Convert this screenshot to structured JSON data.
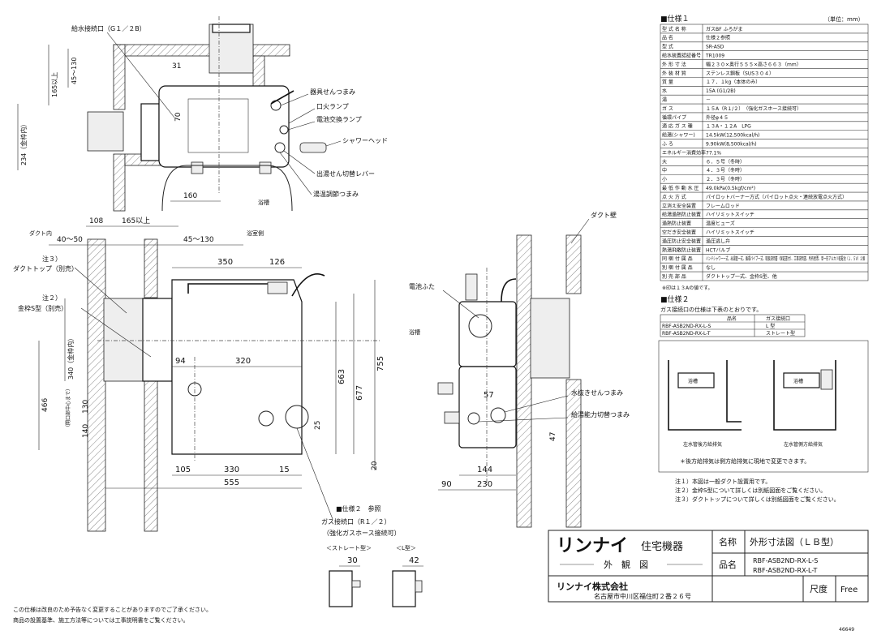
{
  "units": "（単位：mm）",
  "spec1": {
    "title": "■仕様１",
    "rows": [
      {
        "label": "型 式 名 称",
        "value": "ガスBF ふろがま"
      },
      {
        "label": "品 名",
        "value": "仕様２参照"
      },
      {
        "label": "型 式",
        "value": "SR-ASD"
      },
      {
        "label": "給水装置認証番号",
        "value": "TR1009"
      },
      {
        "label": "外 形 寸 法",
        "value": "幅２３０×奥行５５５×高さ６６３（mm）"
      },
      {
        "label": "外 装 材 質",
        "value": "ステンレス鋼板（SUS３０４）"
      },
      {
        "label": "質 量",
        "value": "１７．１kg（本体のみ）"
      },
      {
        "label": "水",
        "value": "15A (G1/2B)"
      },
      {
        "label": "湯",
        "value": "－"
      },
      {
        "label": "ガ ス",
        "value": "１５A（R１/２）　（強化ガスホース接続可）"
      },
      {
        "label": "循環パイプ",
        "value": "外径φ４５"
      },
      {
        "label": "適 応 ガ ス 種",
        "value": "１３A・１２A　LPG"
      },
      {
        "label": "給湯(シャワー)",
        "value": "14.5kW(12,500kcal/h)"
      },
      {
        "label": "ふ ろ",
        "value": "9.90kW(8,500kcal/h)"
      },
      {
        "label": "エネルギー消費効率",
        "value": "77.1%"
      },
      {
        "label": "大",
        "value": "６．５号（冬時）"
      },
      {
        "label": "中",
        "value": "４．３号（冬時）"
      },
      {
        "label": "小",
        "value": "２．３号（冬時）"
      },
      {
        "label": "最 低 作 動 水 圧",
        "value": "49.0kPa(0.5kgf/cm²)"
      },
      {
        "label": "点 火 方 式",
        "value": "パイロットバーナー方式（パイロット点火・連続放電点火方式）"
      },
      {
        "label": "立消え安全装置",
        "value": "フレームロッド"
      },
      {
        "label": "給湯過熱防止装置",
        "value": "ハイリミットスイッチ"
      },
      {
        "label": "過熱防止装置",
        "value": "温度ヒューズ"
      },
      {
        "label": "空だき安全装置",
        "value": "ハイリミットスイッチ"
      },
      {
        "label": "過圧防止安全装置",
        "value": "過圧逃し弁"
      },
      {
        "label": "熱湯飛散防止装置",
        "value": "HCTバルブ"
      },
      {
        "label": "同 梱 付 属 品",
        "value": "ハンドシャワー一式、出湯管一式、循環パイプ一式、取扱説明書（保証書付）、工事説明書、所有者票、単一形アルカリ乾電池（１．５V）２個"
      },
      {
        "label": "別 梱 付 属 品",
        "value": "なし"
      },
      {
        "label": "別 売 部 品",
        "value": "ダクトトップ一式、金枠S型、他"
      }
    ],
    "note": "※印は１３Aの値です。"
  },
  "spec2": {
    "title": "■仕様２",
    "intro": "ガス接続口の仕様は下表のとおりです。",
    "head": [
      "品名",
      "ガス接続口"
    ],
    "rows": [
      [
        "RBF-ASB2ND-RX-L-S",
        "L 型"
      ],
      [
        "RBF-ASB2ND-RX-L-T",
        "ストレート型"
      ]
    ]
  },
  "install": {
    "left_caption": "左水管後方給排気",
    "right_caption": "左水管側方給排気",
    "note": "＊後方給排気は側方給排気に現地で変更できます。",
    "tub_label": "浴槽"
  },
  "notes": [
    "注１）本図は一般ダクト設置用です。",
    "注２）金枠S型について詳しくは別紙図面をご覧ください。",
    "注３）ダクトトップについて詳しくは別紙図面をご覧ください。"
  ],
  "title_block": {
    "logo": "リンナイ",
    "company_suffix": "住宅機器",
    "view_label": "外　観　図",
    "name_head": "名称",
    "drawing_name": "外形寸法図（ＬＢ型）",
    "product_head": "品名",
    "products": [
      "RBF-ASB2ND-RX-L-S",
      "RBF-ASB2ND-RX-L-T"
    ],
    "company": "リンナイ株式会社",
    "address": "名古屋市中川区福住町２番２６号",
    "scale_head": "尺度",
    "scale": "Free",
    "doc_no": "46649"
  },
  "footer": [
    "この仕様は改良のため予告なく変更することがありますのでご了承ください。",
    "商品の設置基準、施工方法等については工事説明書をご覧ください。"
  ],
  "top_view": {
    "labels": {
      "water_inlet": "給水接続口（G１／２B）",
      "tool_knob": "器具せんつまみ",
      "ignition_lamp": "口火ランプ",
      "battery_lamp": "電池交換ランプ",
      "shower_head": "シャワーヘッド",
      "outlet_lever": "出湯せん切替レバー",
      "temp_knob": "湯温調節つまみ",
      "bath": "浴槽"
    },
    "dims": [
      "165以上",
      "45～130",
      "31",
      "70",
      "234（金枠内）",
      "160"
    ]
  },
  "front_view": {
    "labels": {
      "duct_inner": "ダクト内",
      "bathroom": "浴室側",
      "note3": "注３）",
      "duct_top": "ダクトトップ（別売）",
      "note2": "注２）",
      "frame": "金枠S型（別売）",
      "spec_ref": "■仕様２　参照",
      "gas_inlet": "ガス接続口（R１／２）",
      "gas_hose": "（強化ガスホース接続可）",
      "center": "（開口部中心まで）"
    },
    "dims": [
      "108",
      "165以上",
      "40～50",
      "45～130",
      "350",
      "126",
      "94",
      "320",
      "340（金枠内）",
      "466",
      "130",
      "140",
      "25",
      "663",
      "677",
      "755",
      "20",
      "105",
      "330",
      "15",
      "555"
    ]
  },
  "side_view": {
    "labels": {
      "duct_wall": "ダクト壁",
      "battery_lid": "電池ふた",
      "bath": "浴槽",
      "drain_knob": "水抜きせんつまみ",
      "capacity_knob": "給湯能力切替つまみ"
    },
    "dims": [
      "57",
      "47",
      "144",
      "90",
      "230"
    ]
  },
  "fittings": {
    "straight": "＜ストレート型＞",
    "straight_dim": "30",
    "l_type": "＜L型＞",
    "l_dim": "42"
  }
}
